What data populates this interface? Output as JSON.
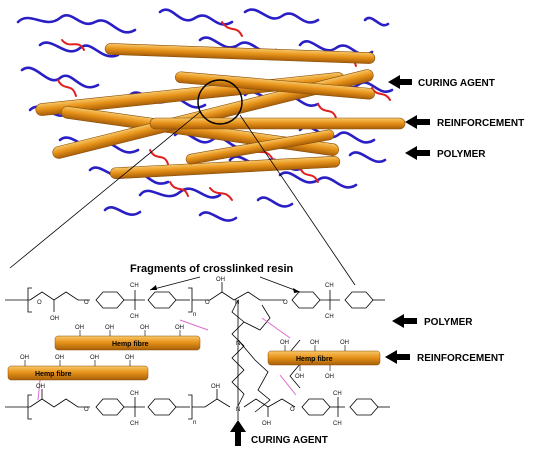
{
  "top_labels": {
    "curing_agent": "CURING AGENT",
    "reinforcement": "REINFORCEMENT",
    "polymer": "POLYMER"
  },
  "fragments_label": "Fragments of crosslinked resin",
  "bottom_labels": {
    "polymer": "POLYMER",
    "reinforcement": "REINFORCEMENT",
    "curing_agent": "CURING AGENT"
  },
  "fibre_labels": [
    "Hemp fibre",
    "Hemp fibre",
    "Hemp fibre"
  ],
  "chem_text": {
    "oh": "OH",
    "o": "O",
    "n_sub": "n",
    "nitrogen": "N",
    "ch3": "CH",
    "three": "3"
  },
  "colors": {
    "polymer_chain": "#2a1fc4",
    "curing_agent_link": "#e0201e",
    "fibre": "#e8941a",
    "fibre_dark": "#a85e08",
    "hydrogen_bond": "#e06ad0"
  }
}
